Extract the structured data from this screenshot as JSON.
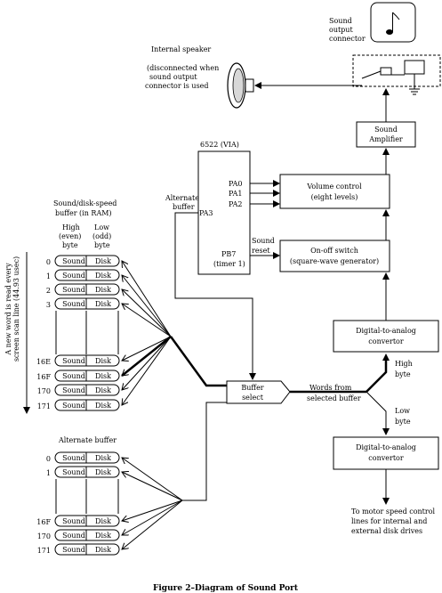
{
  "figure_caption": "Figure 2–Diagram of Sound Port",
  "sound_connector": {
    "label_line1": "Sound",
    "label_line2": "output",
    "label_line3": "connector"
  },
  "speaker": {
    "label": "Internal speaker",
    "note_line1": "(disconnected when",
    "note_line2": "sound output",
    "note_line3": "connector is used"
  },
  "sound_amplifier": {
    "line1": "Sound",
    "line2": "Amplifier"
  },
  "via": {
    "title": "6522 (VIA)",
    "pa0": "PA0",
    "pa1": "PA1",
    "pa2": "PA2",
    "pa3": "PA3",
    "pb7": "PB7",
    "timer": "(timer 1)",
    "alternate_line1": "Alternate",
    "alternate_line2": "buffer",
    "sound_reset_line1": "Sound",
    "sound_reset_line2": "reset"
  },
  "volume_control": {
    "line1": "Volume control",
    "line2": "(eight levels)"
  },
  "on_off_switch": {
    "line1": "On-off switch",
    "line2": "(square-wave generator)"
  },
  "dac_top": {
    "line1": "Digital-to-analog",
    "line2": "convertor"
  },
  "dac_bottom": {
    "line1": "Digital-to-analog",
    "line2": "convertor"
  },
  "buffer_select": {
    "line1": "Buffer",
    "line2": "select"
  },
  "words_from": {
    "line1": "Words from",
    "line2": "selected buffer"
  },
  "high_byte": {
    "line1": "High",
    "line2": "byte"
  },
  "low_byte": {
    "line1": "Low",
    "line2": "byte"
  },
  "motor_note": {
    "line1": "To motor speed control",
    "line2": "lines for internal and",
    "line3": "external disk drives"
  },
  "main_buffer": {
    "title_line1": "Sound/disk-speed",
    "title_line2": "buffer (in RAM)",
    "col_high_line1": "High",
    "col_high_line2": "(even)",
    "col_high_line3": "byte",
    "col_low_line1": "Low",
    "col_low_line2": "(odd)",
    "col_low_line3": "byte",
    "rows": [
      {
        "index": "0",
        "high": "Sound",
        "low": "Disk"
      },
      {
        "index": "1",
        "high": "Sound",
        "low": "Disk"
      },
      {
        "index": "2",
        "high": "Sound",
        "low": "Disk"
      },
      {
        "index": "3",
        "high": "Sound",
        "low": "Disk"
      },
      {
        "index": "16E",
        "high": "Sound",
        "low": "Disk"
      },
      {
        "index": "16F",
        "high": "Sound",
        "low": "Disk"
      },
      {
        "index": "170",
        "high": "Sound",
        "low": "Disk"
      },
      {
        "index": "171",
        "high": "Sound",
        "low": "Disk"
      }
    ]
  },
  "side_note": {
    "line1": "A new word is read every",
    "line2": "screen scan line (44.93 usec)"
  },
  "alternate_buffer": {
    "title": "Alternate buffer",
    "rows": [
      {
        "index": "0",
        "high": "Sound",
        "low": "Disk"
      },
      {
        "index": "1",
        "high": "Sound",
        "low": "Disk"
      },
      {
        "index": "16F",
        "high": "Sound",
        "low": "Disk"
      },
      {
        "index": "170",
        "high": "Sound",
        "low": "Disk"
      },
      {
        "index": "171",
        "high": "Sound",
        "low": "Disk"
      }
    ]
  }
}
